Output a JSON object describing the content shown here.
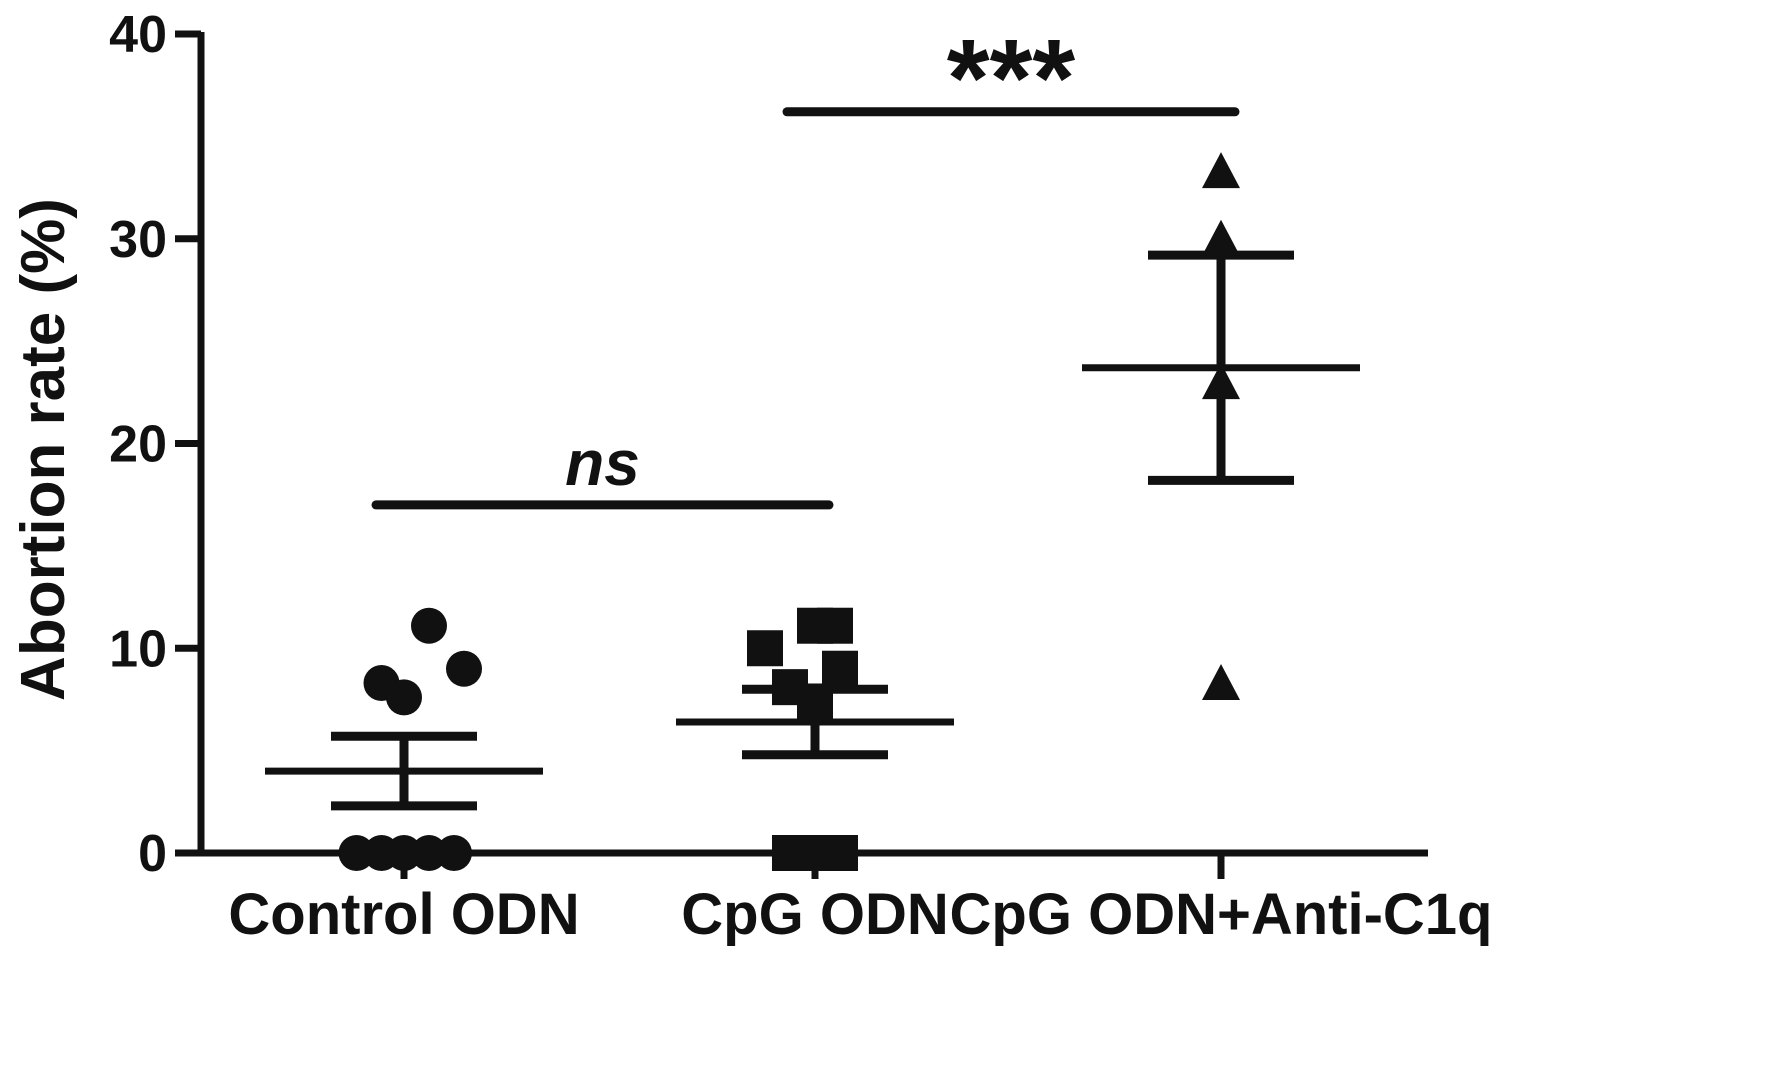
{
  "chart_data": {
    "type": "scatter",
    "ylabel": "Abortion rate (%)",
    "ylim": [
      0,
      40
    ],
    "yticks": [
      0,
      10,
      20,
      30,
      40
    ],
    "categories": [
      "Control ODN",
      "CpG ODN",
      "CpG ODN+Anti-C1q"
    ],
    "series": [
      {
        "marker": "circle",
        "points": [
          {
            "dx": 0.5,
            "y": 11.1
          },
          {
            "dx": -0.45,
            "y": 8.3
          },
          {
            "dx": 1.2,
            "y": 9.0
          },
          {
            "dx": 0.0,
            "y": 7.6
          },
          {
            "dx": -0.95,
            "y": 0
          },
          {
            "dx": -0.45,
            "y": 0
          },
          {
            "dx": 0.0,
            "y": 0
          },
          {
            "dx": 0.5,
            "y": 0
          },
          {
            "dx": 1.0,
            "y": 0
          }
        ],
        "mean": 4.0,
        "sem_low": 2.3,
        "sem_high": 5.7
      },
      {
        "marker": "square",
        "points": [
          {
            "dx": -1.0,
            "y": 10.0
          },
          {
            "dx": 0.0,
            "y": 11.1
          },
          {
            "dx": 0.4,
            "y": 11.1
          },
          {
            "dx": -0.5,
            "y": 8.1
          },
          {
            "dx": 0.5,
            "y": 9.0
          },
          {
            "dx": 0.0,
            "y": 7.4
          },
          {
            "dx": -0.5,
            "y": 0
          },
          {
            "dx": 0.0,
            "y": 0
          },
          {
            "dx": 0.5,
            "y": 0
          }
        ],
        "mean": 6.4,
        "sem_low": 4.8,
        "sem_high": 8.0
      },
      {
        "marker": "triangle",
        "points": [
          {
            "dx": 0.0,
            "y": 33.3
          },
          {
            "dx": 0.0,
            "y": 30.0
          },
          {
            "dx": 0.0,
            "y": 23.0
          },
          {
            "dx": 0.0,
            "y": 8.3
          }
        ],
        "mean": 23.7,
        "sem_low": 18.2,
        "sem_high": 29.2
      }
    ],
    "significance": [
      {
        "from": 0,
        "to": 1,
        "y": 17.0,
        "label": "ns",
        "italic": true
      },
      {
        "from": 1,
        "to": 2,
        "y": 36.2,
        "label": "***",
        "italic": false
      }
    ],
    "colors": {
      "ink": "#111111",
      "background": "#ffffff"
    }
  }
}
